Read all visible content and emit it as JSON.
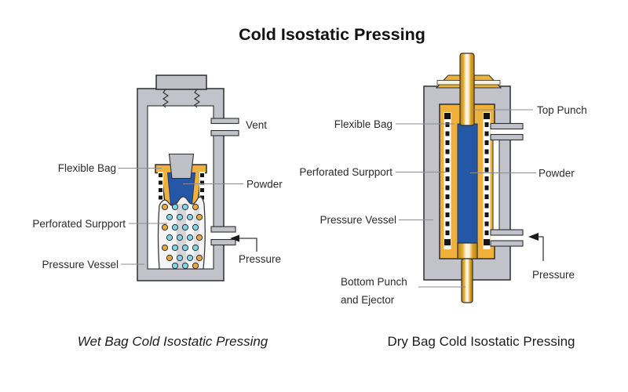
{
  "title": "Cold Isostatic Pressing",
  "colors": {
    "vessel_gray": "#c2c2ca",
    "bag_gold": "#efb13c",
    "powder_blue": "#2457a5",
    "dot_cyan": "#7fd4e8",
    "dot_gold": "#e8a73e",
    "outline": "#2e2e2e",
    "leader_gray": "#8c8c8c"
  },
  "wet_bag": {
    "caption": "Wet Bag Cold Isostatic Pressing",
    "labels": {
      "vent": "Vent",
      "flexible_bag": "Flexible Bag",
      "powder": "Powder",
      "perforated_support": "Perforated  Surpport",
      "pressure_vessel": "Pressure Vessel",
      "pressure": "Pressure"
    }
  },
  "dry_bag": {
    "caption": "Dry Bag Cold Isostatic Pressing",
    "labels": {
      "top_punch": "Top Punch",
      "flexible_bag": "Flexible Bag",
      "perforated_support": "Perforated  Surpport",
      "powder": "Powder",
      "pressure_vessel": "Pressure Vessel",
      "bottom_punch_line1": "Bottom Punch",
      "bottom_punch_line2": "and Ejector",
      "pressure": "Pressure"
    }
  }
}
